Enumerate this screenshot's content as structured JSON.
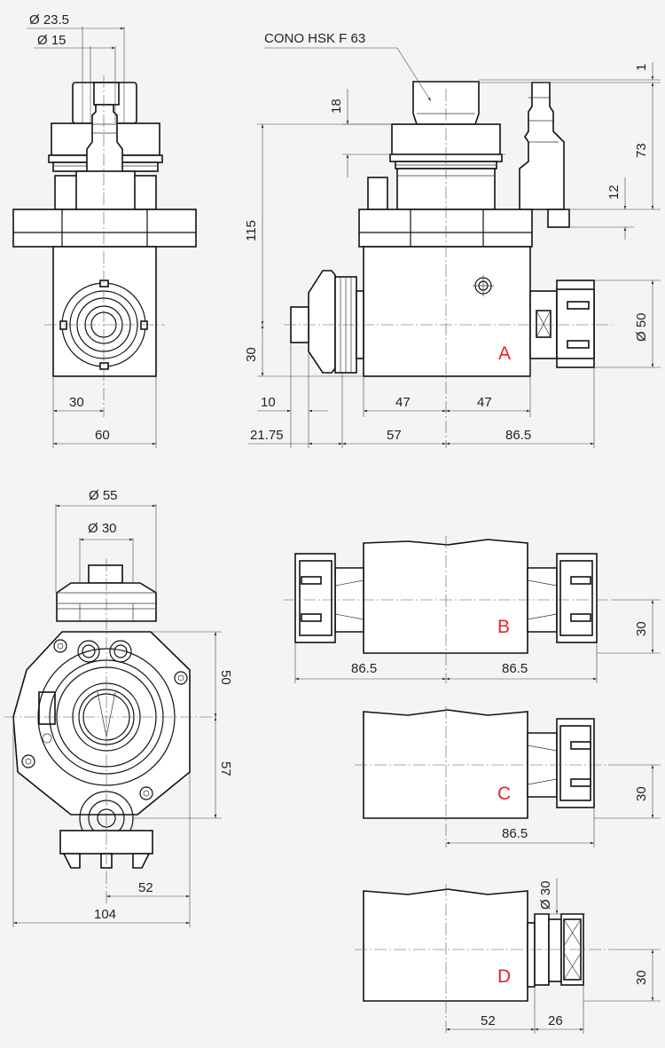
{
  "dimensions": {
    "top_left": {
      "d_outer": "Ø 23.5",
      "d_inner": "Ø 15",
      "offset": "30",
      "width": "60"
    },
    "top_right": {
      "cone": "CONO  HSK F 63",
      "h1": "1",
      "h73": "73",
      "h18": "18",
      "h12": "12",
      "h115": "115",
      "h30": "30",
      "d50": "Ø 50",
      "l10": "10",
      "l47a": "47",
      "l47b": "47",
      "l2175": "21.75",
      "l57": "57",
      "l865": "86.5"
    },
    "bottom_left": {
      "d55": "Ø 55",
      "d30": "Ø 30",
      "v50": "50",
      "v57": "57",
      "h52": "52",
      "w104": "104"
    },
    "variant_b": {
      "left": "86.5",
      "right": "86.5",
      "height": "30"
    },
    "variant_c": {
      "length": "86.5",
      "height": "30"
    },
    "variant_d": {
      "d30": "Ø 30",
      "l52": "52",
      "l26": "26",
      "height": "30"
    }
  },
  "variants": {
    "a": "A",
    "b": "B",
    "c": "C",
    "d": "D"
  }
}
